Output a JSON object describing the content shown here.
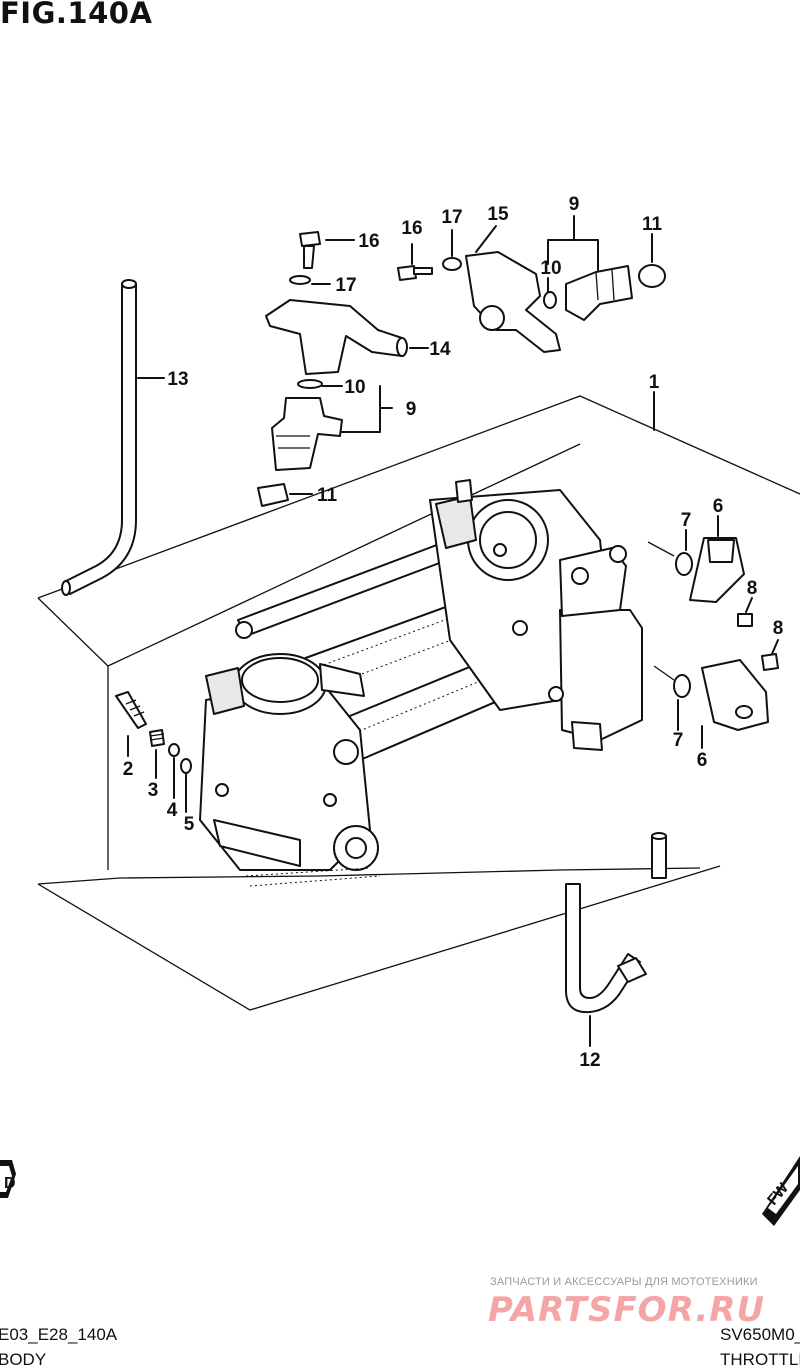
{
  "header": {
    "title": "FIG.140A"
  },
  "callouts": {
    "c1": "1",
    "c2": "2",
    "c3": "3",
    "c4": "4",
    "c5": "5",
    "c6a": "6",
    "c6b": "6",
    "c7a": "7",
    "c7b": "7",
    "c8a": "8",
    "c8b": "8",
    "c9a": "9",
    "c9b": "9",
    "c10a": "10",
    "c10b": "10",
    "c11a": "11",
    "c11b": "11",
    "c12": "12",
    "c13": "13",
    "c14": "14",
    "c15": "15",
    "c16a": "16",
    "c16b": "16",
    "c17a": "17",
    "c17b": "17"
  },
  "badges": {
    "fwd_left": "D",
    "fwd_right": "FW"
  },
  "watermark": {
    "tagline": "ЗАПЧАСТИ И АКСЕССУАРЫ ДЛЯ МОТОТЕХНИКИ",
    "logo": "PARTSFOR.RU",
    "color": "#f4a5a5"
  },
  "footer": {
    "code_left": "E03_E28_140A",
    "code_right": "SV650M0_",
    "name_left": "BODY",
    "name_right": "THROTTLE I"
  }
}
